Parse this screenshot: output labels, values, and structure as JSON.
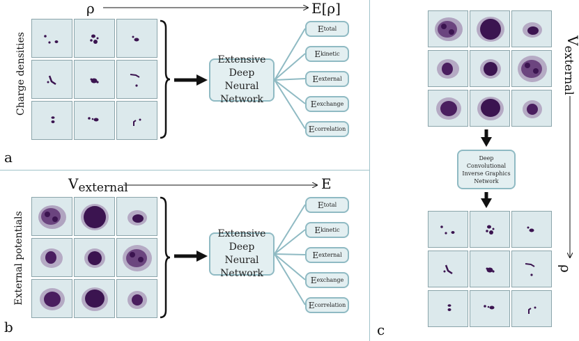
{
  "panel_a": {
    "letter": "a",
    "arrow_start": "ρ",
    "arrow_end": "E[ρ]",
    "side_label": "Charge densities",
    "network_lines": [
      "Extensive",
      "Deep Neural",
      "Network"
    ],
    "outputs": [
      {
        "main": "E",
        "sub": "total"
      },
      {
        "main": "E",
        "sub": "kinetic"
      },
      {
        "main": "E",
        "sub": "external"
      },
      {
        "main": "E",
        "sub": "exchange"
      },
      {
        "main": "E",
        "sub": "correlation"
      }
    ]
  },
  "panel_b": {
    "letter": "b",
    "arrow_start": "V",
    "arrow_start_sub": "external",
    "arrow_end": "E",
    "side_label": "External potentials",
    "network_lines": [
      "Extensive",
      "Deep Neural",
      "Network"
    ],
    "outputs": [
      {
        "main": "E",
        "sub": "total"
      },
      {
        "main": "E",
        "sub": "kinetic"
      },
      {
        "main": "E",
        "sub": "external"
      },
      {
        "main": "E",
        "sub": "exchange"
      },
      {
        "main": "E",
        "sub": "correlation"
      }
    ]
  },
  "panel_c": {
    "letter": "c",
    "network_lines": [
      "Deep",
      "Convolutional",
      "Inverse Graphics",
      "Network"
    ],
    "side_start": "V",
    "side_start_sub": "external",
    "side_end": "ρ"
  },
  "colors": {
    "tile_bg": "#dce9ec",
    "box_border": "#8fbac3",
    "box_fill": "#e3eff1",
    "blob": "#3b1450",
    "divider": "#9fc2c9"
  }
}
